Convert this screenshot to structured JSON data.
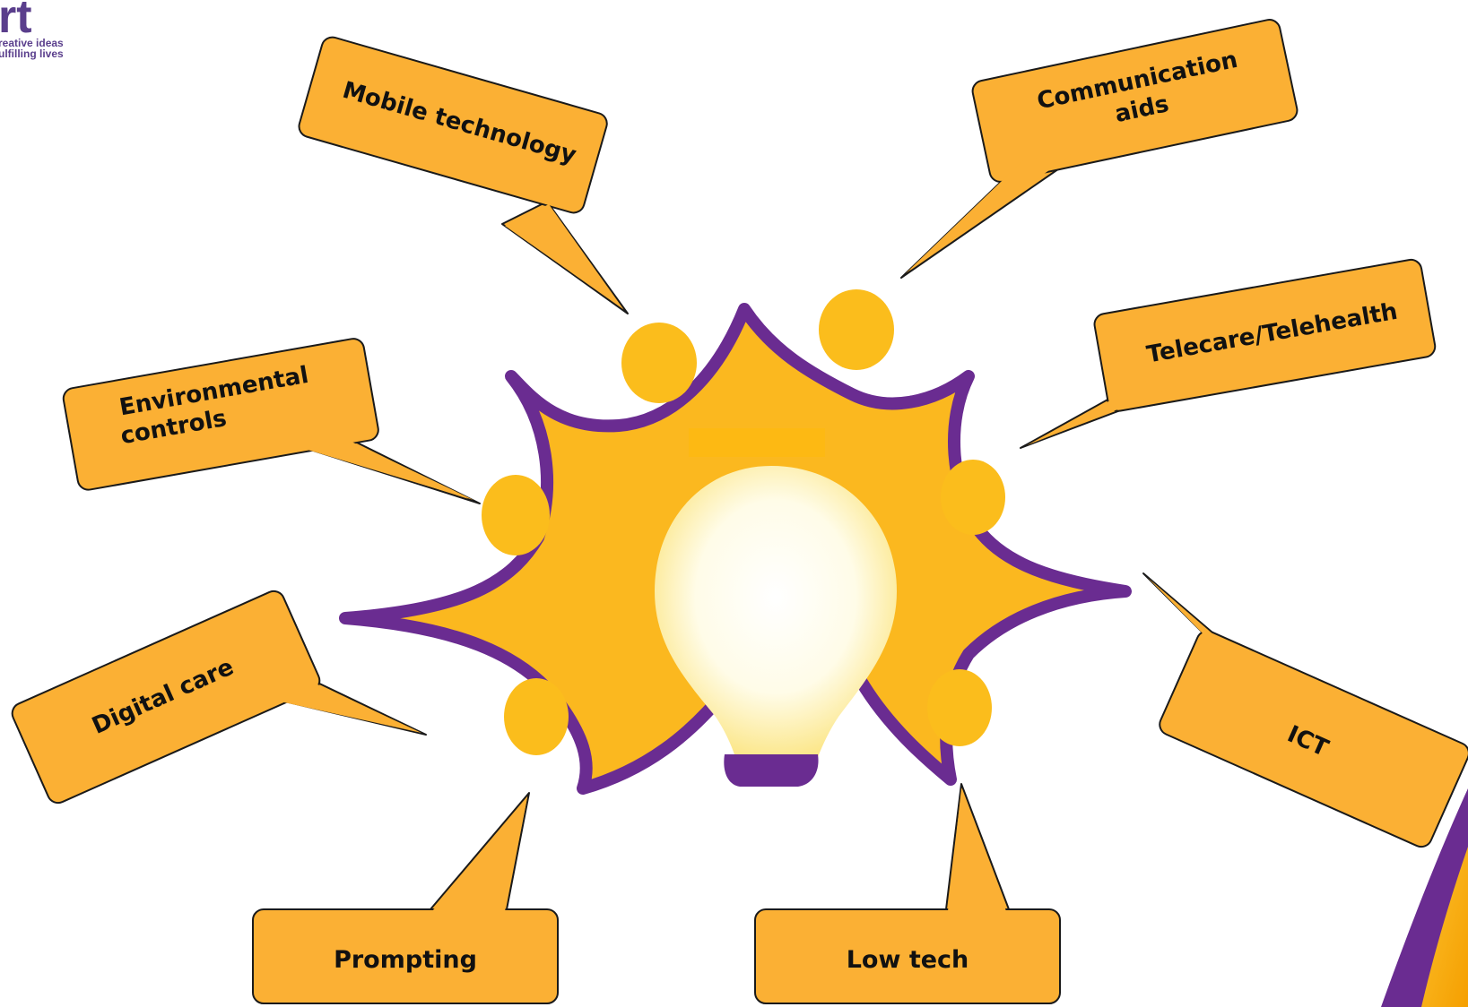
{
  "logo": {
    "mark": "rt",
    "tagline_1": "reative ideas",
    "tagline_2": "ulfilling lives"
  },
  "callouts": {
    "mobile": "Mobile technology",
    "comm_1": "Communication",
    "comm_2": "aids",
    "tele": "Telecare/Telehealth",
    "env_1": "Environmental",
    "env_2": "controls",
    "digital": "Digital care",
    "ict": "ICT",
    "prompting": "Prompting",
    "lowtech": "Low tech"
  },
  "colors": {
    "callout_fill": "#fbb034",
    "callout_stroke": "#1a1a1a",
    "star_fill": "#fbb81f",
    "star_outline": "#6a2c91",
    "dot_fill": "#fbbd1c",
    "bulb_glow": "#fff9d6",
    "corner_purple": "#6a2c91"
  }
}
